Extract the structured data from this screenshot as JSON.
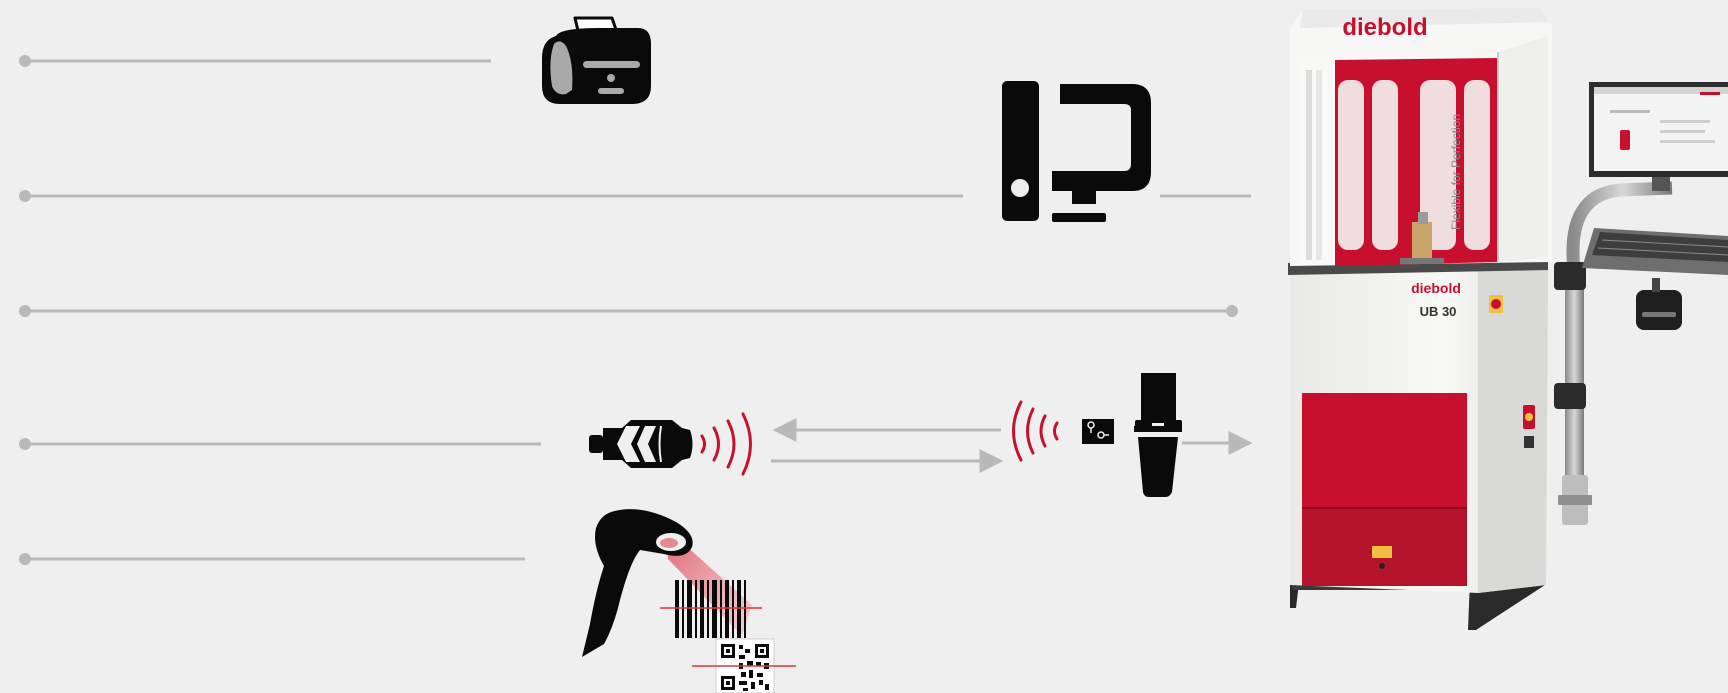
{
  "machine": {
    "brand_top": "diebold",
    "brand_sub": "",
    "brand_front": "diebold",
    "model": "UB 30",
    "side_slogan": "Flexible for Perfection"
  },
  "colors": {
    "background": "#efefef",
    "line": "#b9b9b9",
    "icon": "#0a0a0a",
    "accent_red": "#c8102e",
    "machine_white": "#f6f6f4",
    "scan_pink": "#e58a94"
  },
  "icons": [
    "label-printer-icon",
    "computer-icon",
    "rfid-reader-icon",
    "rfid-chip-icon",
    "tool-holder-icon",
    "barcode-scanner-icon",
    "barcode-icon",
    "qr-code-icon",
    "balancing-machine-image"
  ]
}
